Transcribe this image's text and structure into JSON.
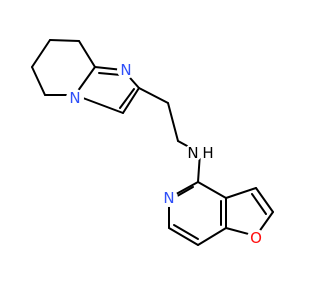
{
  "molecule": {
    "atoms": {
      "n_imidazole_top": {
        "label": "N",
        "color": "#3050F8"
      },
      "n_bridgehead": {
        "label": "N",
        "color": "#3050F8"
      },
      "n_amine": {
        "label": "N",
        "color": "#000000"
      },
      "h_amine": {
        "label": "H",
        "color": "#000000"
      },
      "n_pyridine": {
        "label": "N",
        "color": "#3050F8"
      },
      "o_furan": {
        "label": "O",
        "color": "#FF0D0D"
      }
    }
  }
}
